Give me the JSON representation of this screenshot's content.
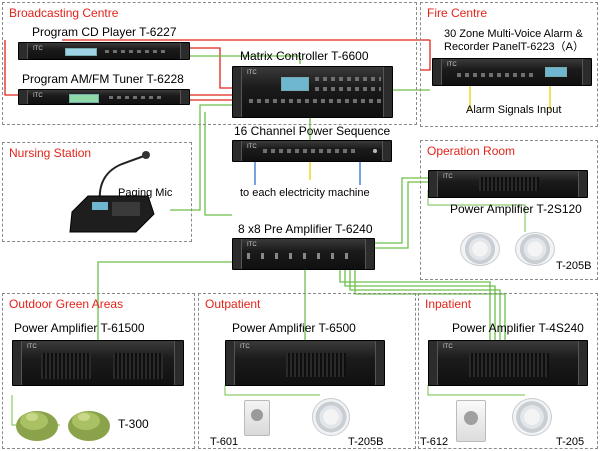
{
  "zones": {
    "broadcasting": "Broadcasting Centre",
    "fire": "Fire Centre",
    "nursing": "Nursing Station",
    "operation": "Operation Room",
    "outdoor": "Outdoor Green Areas",
    "outpatient": "Outpatient",
    "inpatient": "Inpatient"
  },
  "devices": {
    "cd_player": "Program CD Player T-6227",
    "tuner": "Program AM/FM Tuner  T-6228",
    "matrix": "Matrix Controller T-6600",
    "alarm_line1": "30 Zone Multi-Voice Alarm &",
    "alarm_line2": "Recorder PanelT-6223（A）",
    "alarm_signals": "Alarm Signals Input",
    "sequence": "16 Channel Power Sequence",
    "electricity": "to each electricity machine",
    "paging_mic": "Paging Mic",
    "pre_amp": "8 x8 Pre Amplifier T-6240",
    "amp_2s120": "Power Amplifier T-2S120",
    "amp_61500": "Power Amplifier T-61500",
    "amp_6500": "Power Amplifier T-6500",
    "amp_4s240": "Power Amplifier T-4S240"
  },
  "speakers": {
    "t205b_op": "T-205B",
    "t300": "T-300",
    "t601": "T-601",
    "t205b_out": "T-205B",
    "t612": "T-612",
    "t205": "T-205"
  },
  "colors": {
    "zone_title": "#e2231a",
    "wire_red": "#e2231a",
    "wire_green": "#6cc04a",
    "wire_blue": "#2f6fd0",
    "wire_yellow": "#e8d200",
    "device_body": "#1b1b1b"
  }
}
